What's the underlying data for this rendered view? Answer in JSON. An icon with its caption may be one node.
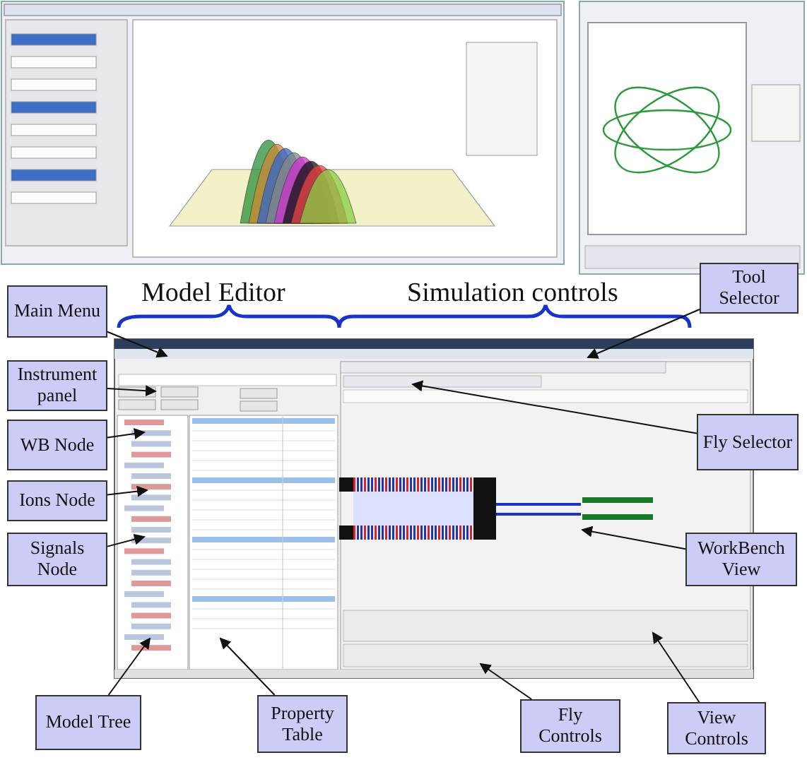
{
  "diagram": {
    "nodes": [
      {
        "text": [
          "Main Menu"
        ]
      },
      {
        "text": [
          "Instrument panel"
        ]
      },
      {
        "text": [
          "WB Node"
        ]
      },
      {
        "text": [
          "Ions Node"
        ]
      },
      {
        "text": [
          "Signals Node"
        ]
      },
      {
        "text": [
          "Model Tree"
        ]
      },
      {
        "text": [
          "Property Table"
        ]
      },
      {
        "text": [
          "Tool Selector"
        ]
      },
      {
        "text": [
          "Fly Selector"
        ]
      },
      {
        "text": [
          "WorkBench View"
        ]
      },
      {
        "text": [
          "Fly Controls"
        ]
      },
      {
        "text": [
          "View Controls"
        ]
      }
    ],
    "edges": [
      {
        "from": 0,
        "to": null,
        "arrow": "to"
      },
      {
        "from": 1,
        "to": null,
        "arrow": "to"
      },
      {
        "from": 2,
        "to": null,
        "arrow": "to"
      },
      {
        "from": 3,
        "to": null,
        "arrow": "to"
      },
      {
        "from": 4,
        "to": null,
        "arrow": "to"
      },
      {
        "from": 5,
        "to": null,
        "arrow": "to"
      },
      {
        "from": 6,
        "to": null,
        "arrow": "to"
      },
      {
        "from": 7,
        "to": null,
        "arrow": "to"
      },
      {
        "from": 8,
        "to": null,
        "arrow": "to"
      },
      {
        "from": 9,
        "to": null,
        "arrow": "to"
      },
      {
        "from": 10,
        "to": null,
        "arrow": "to"
      },
      {
        "from": 11,
        "to": null,
        "arrow": "to"
      }
    ],
    "labels": [
      "Model Editor",
      "Simulation controls"
    ]
  }
}
